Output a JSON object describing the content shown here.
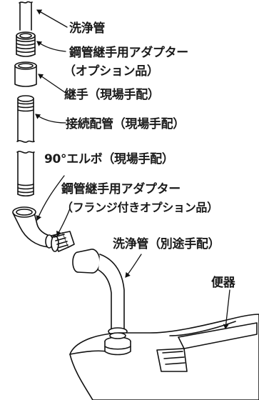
{
  "labels": {
    "flush_pipe_top": "洗浄管",
    "steel_adapter_line1": "鋼管継手用アダプター",
    "steel_adapter_line2": "（オプション品）",
    "coupling": "継手（現場手配）",
    "connecting_pipe": "接続配管（現場手配）",
    "elbow_90": "90°エルボ（現場手配）",
    "flanged_adapter_line1": "鋼管継手用アダプター",
    "flanged_adapter_line2": "（フランジ付きオプション品）",
    "flush_pipe_bottom": "洗浄管（別途手配）",
    "toilet": "便器"
  }
}
